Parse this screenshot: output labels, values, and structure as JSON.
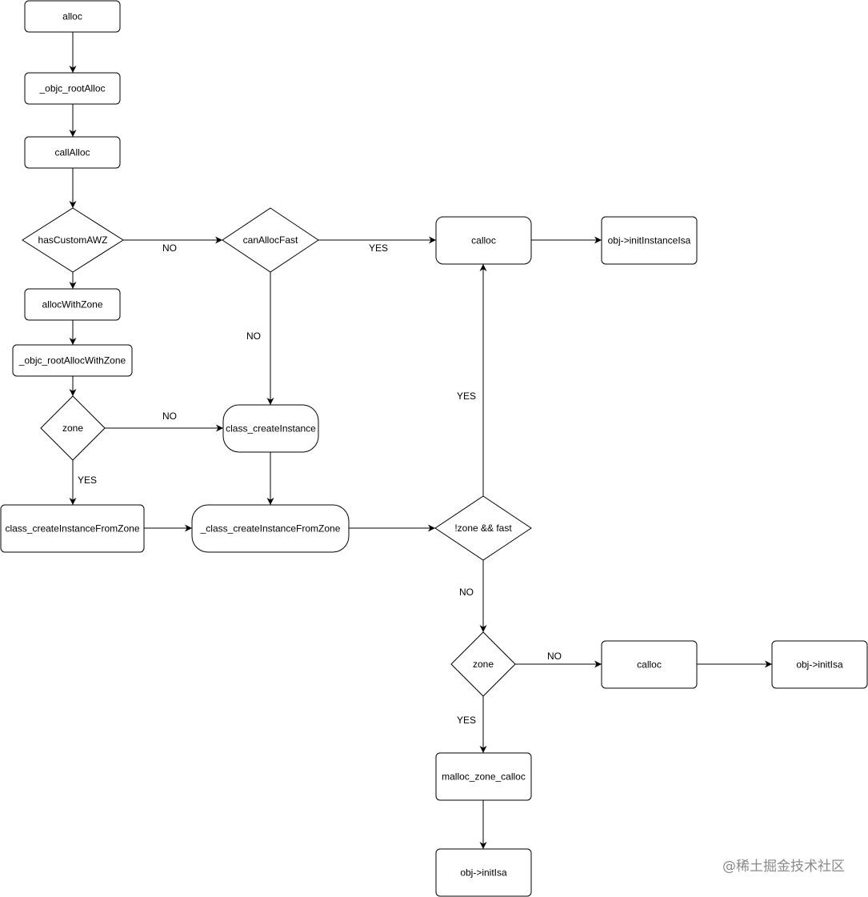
{
  "nodes": [
    {
      "id": "alloc",
      "label": "alloc",
      "shape": "rect"
    },
    {
      "id": "objc_rootAlloc",
      "label": "_objc_rootAlloc",
      "shape": "rect"
    },
    {
      "id": "callAlloc",
      "label": "callAlloc",
      "shape": "rect"
    },
    {
      "id": "hasCustomAWZ",
      "label": "hasCustomAWZ",
      "shape": "diamond"
    },
    {
      "id": "canAllocFast",
      "label": "canAllocFast",
      "shape": "diamond"
    },
    {
      "id": "calloc_top",
      "label": "calloc",
      "shape": "rect"
    },
    {
      "id": "initInstanceIsa",
      "label": "obj->initInstanceIsa",
      "shape": "rect"
    },
    {
      "id": "allocWithZone",
      "label": "allocWithZone",
      "shape": "rect"
    },
    {
      "id": "objc_rootAllocWithZone",
      "label": "_objc_rootAllocWithZone",
      "shape": "rect"
    },
    {
      "id": "zone_left",
      "label": "zone",
      "shape": "diamond"
    },
    {
      "id": "class_createInstance",
      "label": "class_createInstance",
      "shape": "rect"
    },
    {
      "id": "class_createInstanceFromZone",
      "label": "class_createInstanceFromZone",
      "shape": "rect"
    },
    {
      "id": "_class_createInstanceFromZone",
      "label": "_class_createInstanceFromZone",
      "shape": "rect"
    },
    {
      "id": "notzone_fast",
      "label": "!zone && fast",
      "shape": "diamond"
    },
    {
      "id": "zone_bottom",
      "label": "zone",
      "shape": "diamond"
    },
    {
      "id": "calloc_mid",
      "label": "calloc",
      "shape": "rect"
    },
    {
      "id": "initIsa_right",
      "label": "obj->initIsa",
      "shape": "rect"
    },
    {
      "id": "malloc_zone_calloc",
      "label": "malloc_zone_calloc",
      "shape": "rect"
    },
    {
      "id": "initIsa_bottom",
      "label": "obj->initIsa",
      "shape": "rect"
    }
  ],
  "edges": [
    {
      "id": "e1",
      "from": "alloc",
      "to": "objc_rootAlloc",
      "label": ""
    },
    {
      "id": "e2",
      "from": "objc_rootAlloc",
      "to": "callAlloc",
      "label": ""
    },
    {
      "id": "e3",
      "from": "callAlloc",
      "to": "hasCustomAWZ",
      "label": ""
    },
    {
      "id": "e4",
      "from": "hasCustomAWZ",
      "to": "canAllocFast",
      "label": "NO"
    },
    {
      "id": "e5",
      "from": "canAllocFast",
      "to": "calloc_top",
      "label": "YES"
    },
    {
      "id": "e6",
      "from": "calloc_top",
      "to": "initInstanceIsa",
      "label": ""
    },
    {
      "id": "e7",
      "from": "hasCustomAWZ",
      "to": "allocWithZone",
      "label": ""
    },
    {
      "id": "e8",
      "from": "allocWithZone",
      "to": "objc_rootAllocWithZone",
      "label": ""
    },
    {
      "id": "e9",
      "from": "objc_rootAllocWithZone",
      "to": "zone_left",
      "label": ""
    },
    {
      "id": "e10",
      "from": "canAllocFast",
      "to": "class_createInstance",
      "label": "NO"
    },
    {
      "id": "e11",
      "from": "zone_left",
      "to": "class_createInstance",
      "label": "NO"
    },
    {
      "id": "e12",
      "from": "zone_left",
      "to": "class_createInstanceFromZone",
      "label": "YES"
    },
    {
      "id": "e13",
      "from": "class_createInstance",
      "to": "_class_createInstanceFromZone",
      "label": ""
    },
    {
      "id": "e14",
      "from": "class_createInstanceFromZone",
      "to": "_class_createInstanceFromZone",
      "label": ""
    },
    {
      "id": "e15",
      "from": "_class_createInstanceFromZone",
      "to": "notzone_fast",
      "label": ""
    },
    {
      "id": "e16",
      "from": "notzone_fast",
      "to": "calloc_top",
      "label": "YES"
    },
    {
      "id": "e17",
      "from": "notzone_fast",
      "to": "zone_bottom",
      "label": "NO"
    },
    {
      "id": "e18",
      "from": "zone_bottom",
      "to": "calloc_mid",
      "label": "NO"
    },
    {
      "id": "e19",
      "from": "calloc_mid",
      "to": "initIsa_right",
      "label": ""
    },
    {
      "id": "e20",
      "from": "zone_bottom",
      "to": "malloc_zone_calloc",
      "label": "YES"
    },
    {
      "id": "e21",
      "from": "malloc_zone_calloc",
      "to": "initIsa_bottom",
      "label": ""
    }
  ],
  "watermark": "@稀土掘金技术社区"
}
